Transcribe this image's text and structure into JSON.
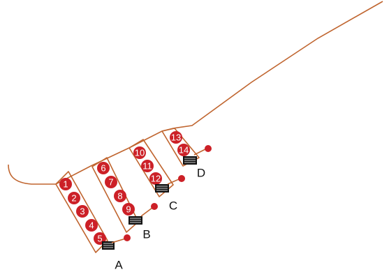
{
  "colors": {
    "line": "#c0652f",
    "node": "#cc2027",
    "node_text": "#ffffff",
    "plate": "#111111",
    "label": "#111111"
  },
  "groups": [
    {
      "label": "A",
      "nodes": [
        "1",
        "2",
        "3",
        "4",
        "5"
      ]
    },
    {
      "label": "B",
      "nodes": [
        "6",
        "7",
        "8",
        "9"
      ]
    },
    {
      "label": "C",
      "nodes": [
        "10",
        "11",
        "12"
      ]
    },
    {
      "label": "D",
      "nodes": [
        "13",
        "14"
      ]
    }
  ]
}
